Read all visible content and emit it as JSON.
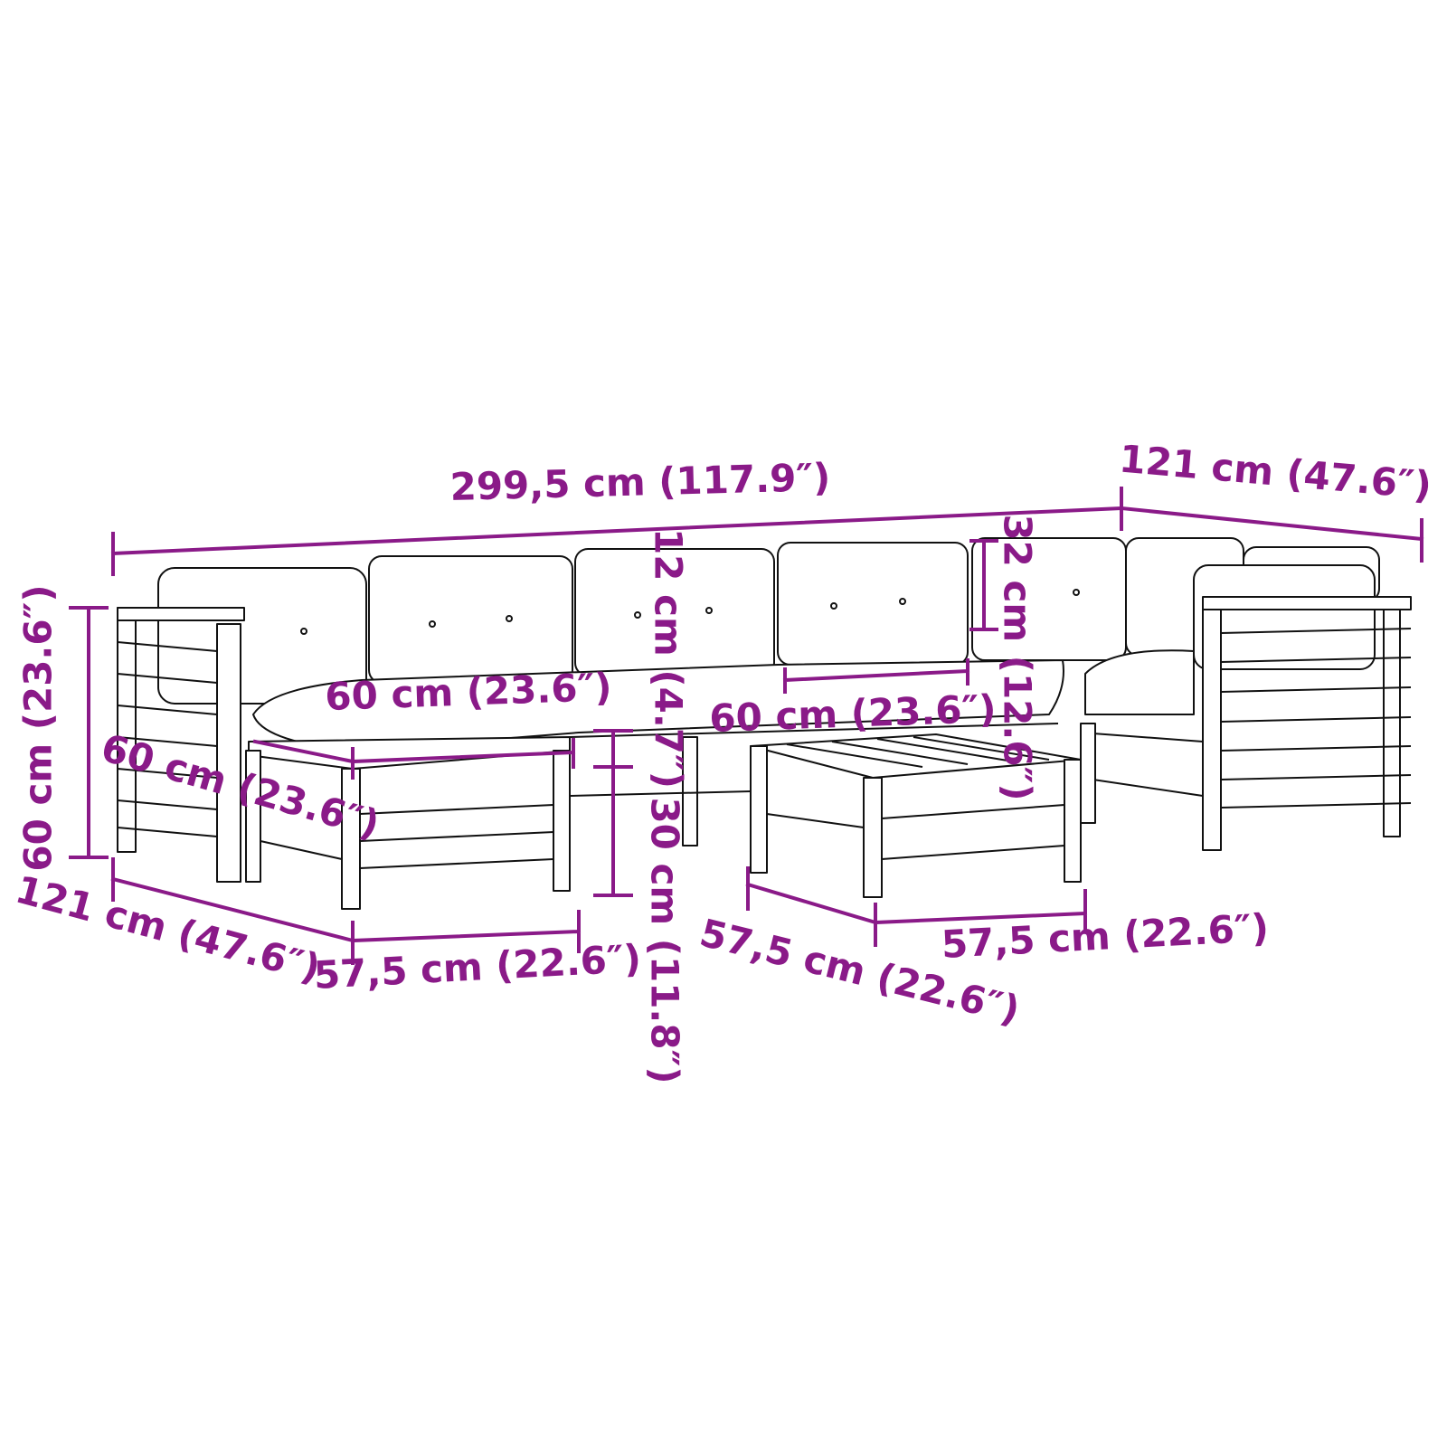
{
  "accent_color": "#8a1a88",
  "dimensions": {
    "total_width": "299,5 cm (117.9″)",
    "corner_depth_right": "121 cm (47.6″)",
    "height": "60 cm (23.6″)",
    "corner_depth_left": "121 cm (47.6″)",
    "ottoman_depth_side": "60 cm (23.6″)",
    "ottoman_width_top": "60 cm (23.6″)",
    "ottoman_width_bottom": "57,5 cm (22.6″)",
    "seat_cushion_thickness": "12 cm (4.7″)",
    "seat_height": "30 cm (11.8″)",
    "seat_width_middle": "60 cm (23.6″)",
    "back_cushion_height": "32 cm (12.6″)",
    "table_depth": "57,5 cm (22.6″)",
    "table_width": "57,5 cm (22.6″)"
  }
}
